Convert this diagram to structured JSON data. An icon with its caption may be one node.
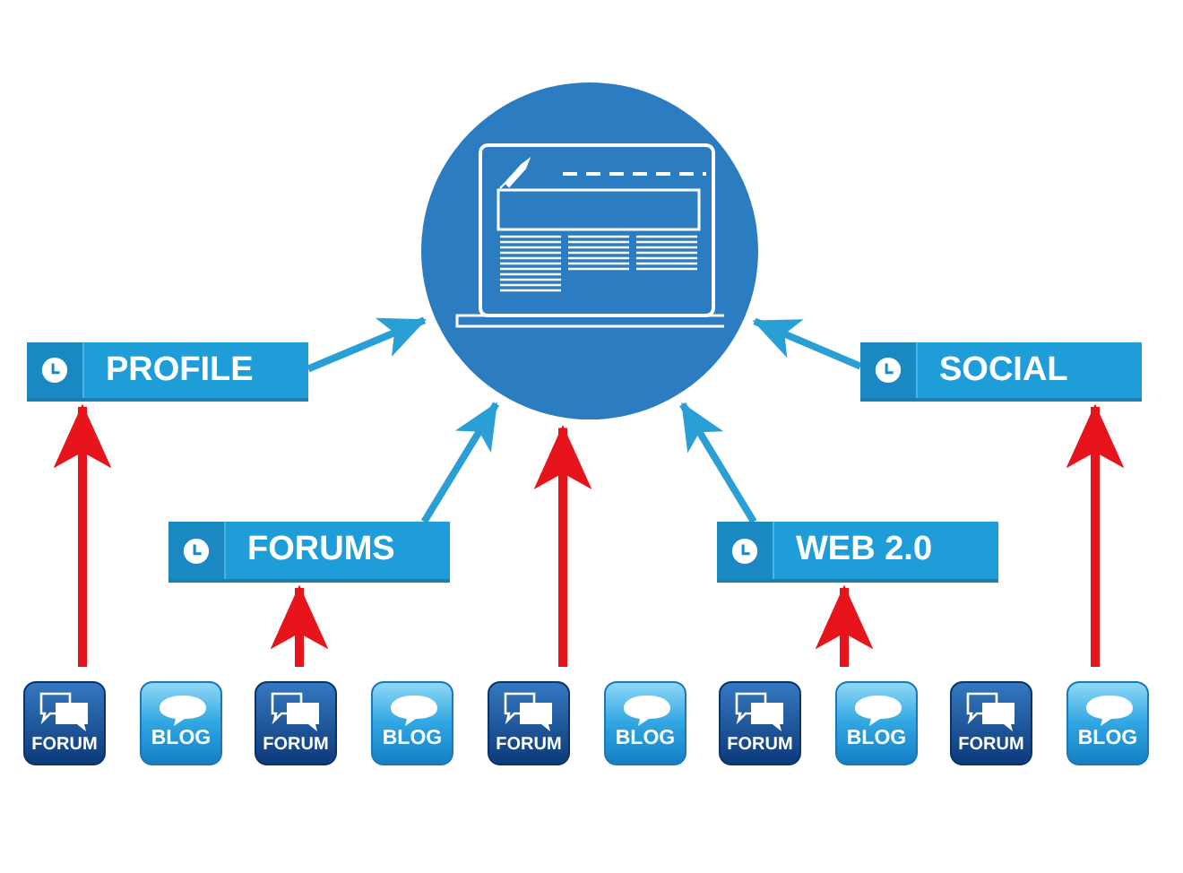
{
  "diagram": {
    "nodes": [
      {
        "text": [],
        "shape": "circle"
      },
      {
        "text": [
          "PROFILE"
        ]
      },
      {
        "text": [
          "SOCIAL"
        ]
      },
      {
        "text": [
          "FORUMS"
        ]
      },
      {
        "text": [
          "WEB 2.0"
        ]
      },
      {
        "text": [
          "FORUM"
        ]
      },
      {
        "text": [
          "BLOG"
        ]
      },
      {
        "text": [
          "FORUM"
        ]
      },
      {
        "text": [
          "BLOG"
        ]
      },
      {
        "text": [
          "FORUM"
        ]
      },
      {
        "text": [
          "BLOG"
        ]
      },
      {
        "text": [
          "FORUM"
        ]
      },
      {
        "text": [
          "BLOG"
        ]
      },
      {
        "text": [
          "FORUM"
        ]
      },
      {
        "text": [
          "BLOG"
        ]
      }
    ],
    "edges": [
      {
        "from": 1,
        "to": 0,
        "arrow": "to",
        "color": "#2a9fd6"
      },
      {
        "from": 2,
        "to": 0,
        "arrow": "to",
        "color": "#2a9fd6"
      },
      {
        "from": 3,
        "to": 0,
        "arrow": "to",
        "color": "#2a9fd6"
      },
      {
        "from": 4,
        "to": 0,
        "arrow": "to",
        "color": "#2a9fd6"
      },
      {
        "from": 5,
        "to": 1,
        "arrow": "to"
      },
      {
        "from": 7,
        "to": 3,
        "arrow": "to"
      },
      {
        "from": 9,
        "to": 0,
        "arrow": "to"
      },
      {
        "from": 12,
        "to": 4,
        "arrow": "to"
      },
      {
        "from": 14,
        "to": 2,
        "arrow": "to"
      }
    ]
  }
}
